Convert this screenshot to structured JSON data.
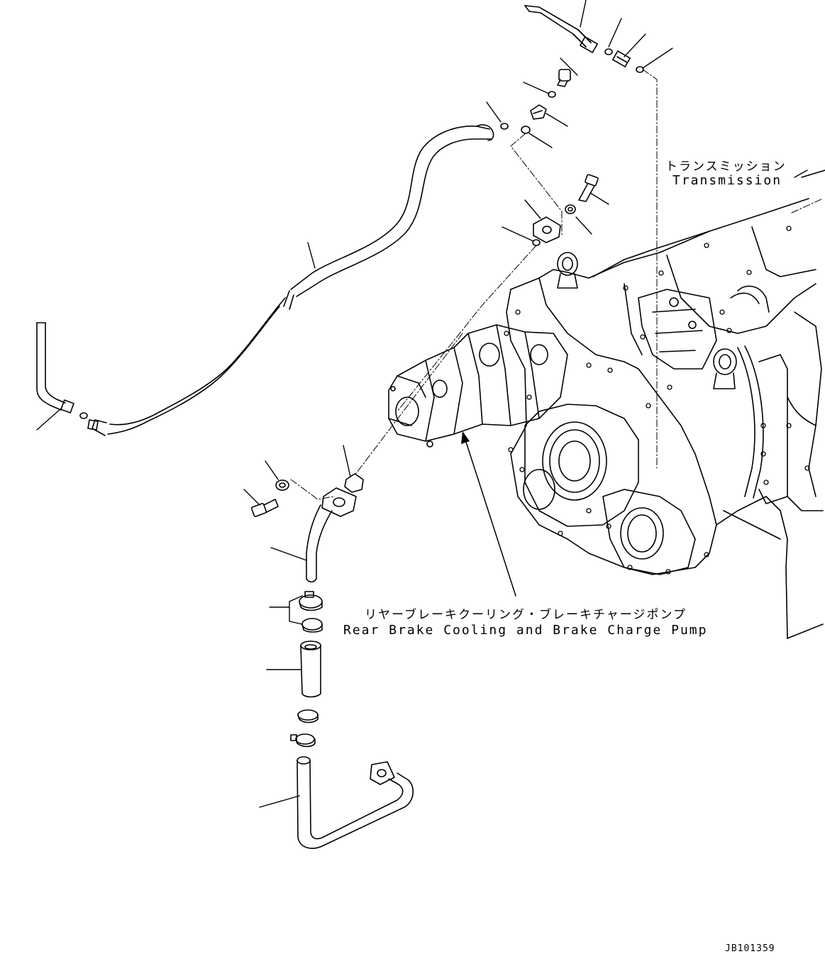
{
  "labels": {
    "transmission_ja": "トランスミッション",
    "transmission_en": "Transmission",
    "pump_ja": "リヤーブレーキクーリング・ブレーキチャージポンプ",
    "pump_en": "Rear Brake Cooling and Brake Charge Pump"
  },
  "drawing_code": "JB101359"
}
